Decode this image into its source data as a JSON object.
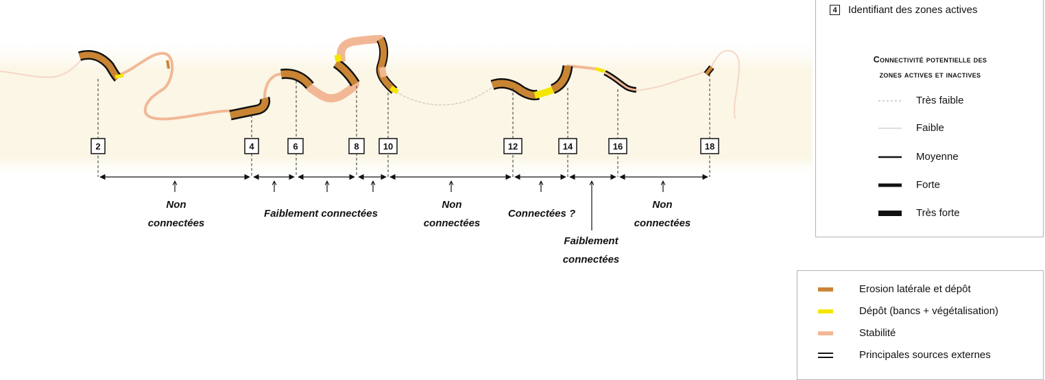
{
  "zones": [
    {
      "id": "2"
    },
    {
      "id": "4"
    },
    {
      "id": "6"
    },
    {
      "id": "8"
    },
    {
      "id": "10"
    },
    {
      "id": "12"
    },
    {
      "id": "14"
    },
    {
      "id": "16"
    },
    {
      "id": "18"
    }
  ],
  "groups": [
    {
      "line1": "Non",
      "line2": "connectées"
    },
    {
      "line1": "Faiblement connectées",
      "line2": ""
    },
    {
      "line1": "Non",
      "line2": "connectées"
    },
    {
      "line1": "Connectées ?",
      "line2": ""
    },
    {
      "line1": "Faiblement",
      "line2": "connectées"
    },
    {
      "line1": "Non",
      "line2": "connectées"
    }
  ],
  "legend_connectivity": {
    "zone_sample": "4",
    "zone_label": "Identifiant des zones actives",
    "title_line1": "Connectivité potentielle des",
    "title_line2": "zones actives et inactives",
    "items": [
      {
        "label": "Très faible"
      },
      {
        "label": "Faible"
      },
      {
        "label": "Moyenne"
      },
      {
        "label": "Forte"
      },
      {
        "label": "Très forte"
      }
    ]
  },
  "legend_dynamics": {
    "items": [
      {
        "label": "Erosion latérale et dépôt",
        "color": "#c98534"
      },
      {
        "label": "Dépôt (bancs + végétalisation)",
        "color": "#f5e600"
      },
      {
        "label": "Stabilité",
        "color": "#f2b896"
      },
      {
        "label": "Principales sources externes",
        "color": "#111111"
      }
    ]
  },
  "colors": {
    "erosion": "#c98534",
    "depot": "#f5e600",
    "stabilite": "#f2b896",
    "river_faint": "#f6d6c6",
    "outline": "#111111"
  }
}
